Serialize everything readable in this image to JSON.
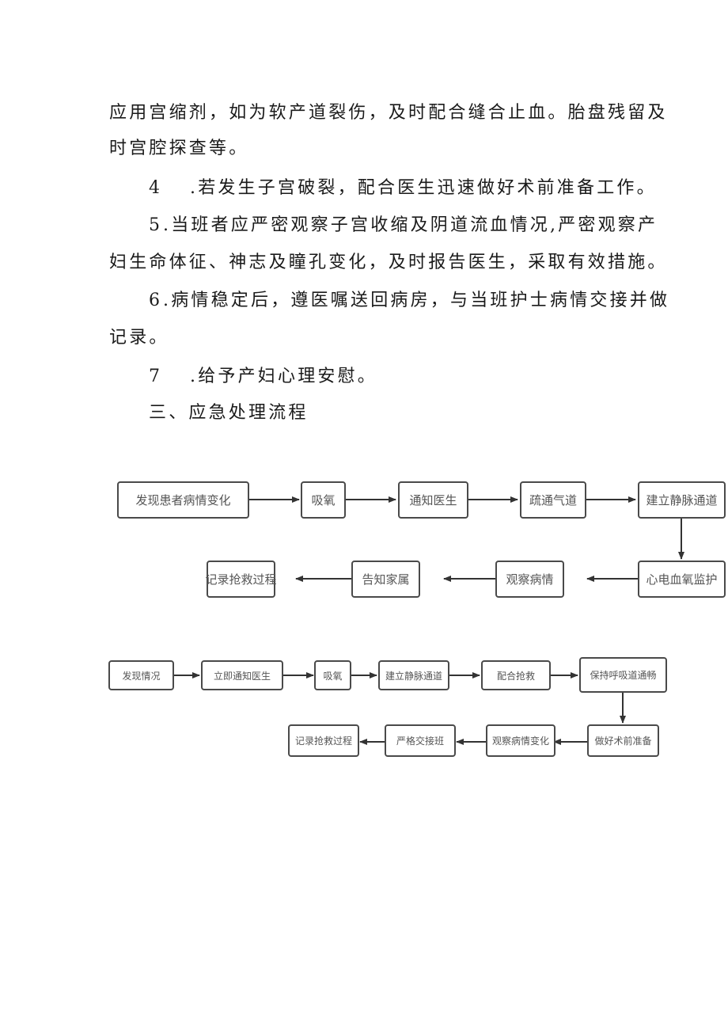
{
  "document": {
    "paragraphs": [
      {
        "indent": false,
        "text": "应用宫缩剂，如为软产道裂伤，及时配合缝合止血。胎盘残留及"
      },
      {
        "indent": false,
        "text": "时宫腔探查等。"
      },
      {
        "indent": true,
        "number": "4",
        "text": ".若发生子宫破裂，配合医生迅速做好术前准备工作。"
      },
      {
        "indent": true,
        "number": "5",
        "text": ".当班者应严密观察子宫收缩及阴道流血情况,严密观察产"
      },
      {
        "indent": false,
        "text": "妇生命体征、神志及瞳孔变化，及时报告医生，采取有效措施。"
      },
      {
        "indent": true,
        "number": "6",
        "text": ".病情稳定后，遵医嘱送回病房，与当班护士病情交接并做"
      },
      {
        "indent": false,
        "text": "记录。"
      },
      {
        "indent": true,
        "number": "7",
        "text": ".给予产妇心理安慰。"
      },
      {
        "indent": true,
        "text": "三、应急处理流程"
      }
    ]
  },
  "flowchart1": {
    "row1": [
      "发现患者病情变化",
      "吸氧",
      "通知医生",
      "疏通气道",
      "建立静脉通道"
    ],
    "row2": [
      "记录抢救过程",
      "告知家属",
      "观察病情",
      "心电血氧监护"
    ]
  },
  "flowchart2": {
    "row1": [
      "发现情况",
      "立即通知医生",
      "吸氧",
      "建立静脉通道",
      "配合抢救",
      "保持呼吸道通畅"
    ],
    "row2": [
      "记录抢救过程",
      "严格交接班",
      "观察病情变化",
      "做好术前准备"
    ]
  },
  "colors": {
    "box_border": "#4a4a4a",
    "box_text": "#555555",
    "arrow": "#333333",
    "body_text": "#1a1a1a"
  }
}
